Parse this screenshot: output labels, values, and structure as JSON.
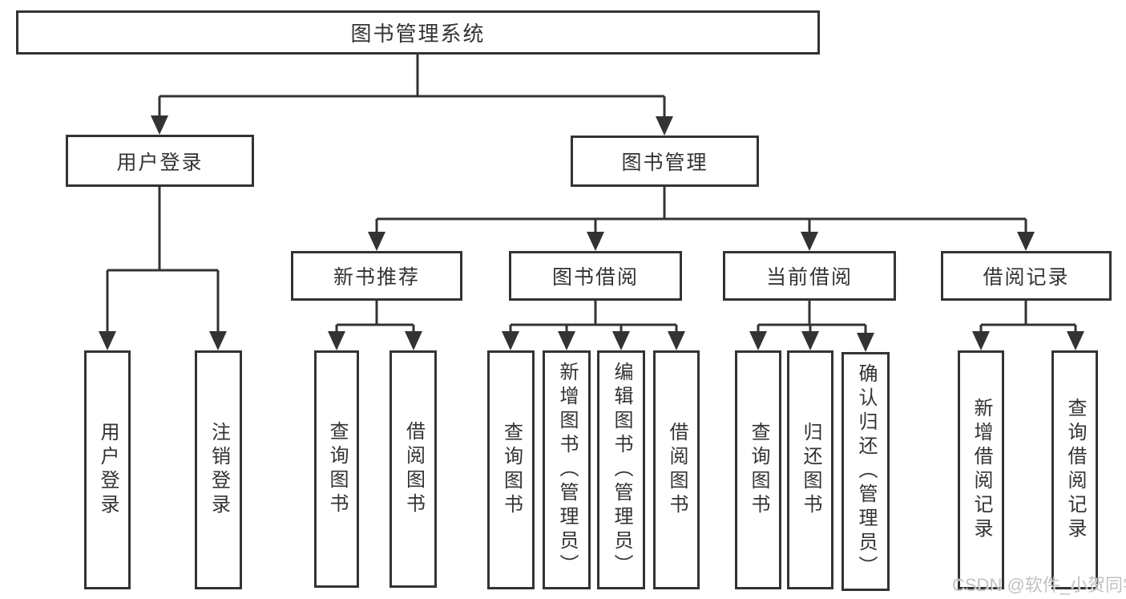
{
  "diagram": {
    "root": {
      "label": "图书管理系统"
    },
    "branches": [
      {
        "label": "用户登录",
        "children": [
          {
            "label": "用户登录"
          },
          {
            "label": "注销登录"
          }
        ]
      },
      {
        "label": "图书管理",
        "groups": [
          {
            "label": "新书推荐",
            "children": [
              {
                "label": "查询图书"
              },
              {
                "label": "借阅图书"
              }
            ]
          },
          {
            "label": "图书借阅",
            "children": [
              {
                "label": "查询图书"
              },
              {
                "label": "新增图书（管理员）"
              },
              {
                "label": "编辑图书（管理员）"
              },
              {
                "label": "借阅图书"
              }
            ]
          },
          {
            "label": "当前借阅",
            "children": [
              {
                "label": "查询图书"
              },
              {
                "label": "归还图书"
              },
              {
                "label": "确认归还（管理员）"
              }
            ]
          },
          {
            "label": "借阅记录",
            "children": [
              {
                "label": "新增借阅记录"
              },
              {
                "label": "查询借阅记录"
              }
            ]
          }
        ]
      }
    ],
    "watermark": "CSDN @软件_小贺同学",
    "colors": {
      "line": "#333333",
      "text": "#333333",
      "box_background": "#ffffff",
      "page_background": "#ffffff",
      "watermark": "#b9b9b9"
    }
  }
}
